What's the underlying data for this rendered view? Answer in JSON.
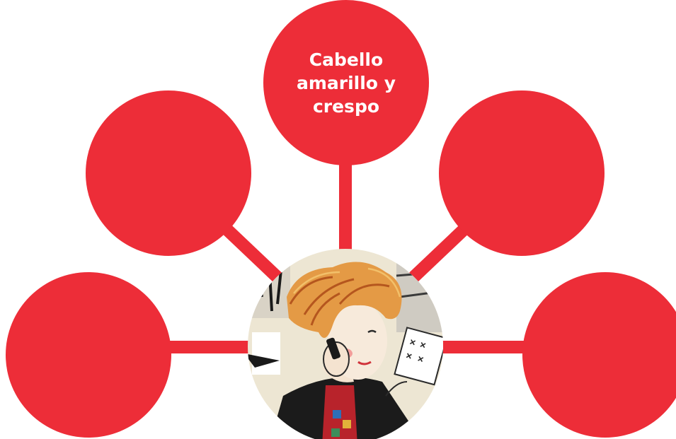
{
  "colors": {
    "node_fill": "#ED2D38",
    "connector": "#ED2D38",
    "label_text": "#FFFFFF"
  },
  "diagram": {
    "type": "mind-map",
    "center": {
      "content": "illustration of a girl with curly orange hair holding a phone and a paper note",
      "icon": "character-illustration"
    },
    "nodes": [
      {
        "id": "top",
        "label": "Cabello\namarillo y\ncrespo"
      },
      {
        "id": "upper-left",
        "label": ""
      },
      {
        "id": "upper-right",
        "label": ""
      },
      {
        "id": "lower-left",
        "label": ""
      },
      {
        "id": "lower-right",
        "label": ""
      }
    ]
  }
}
